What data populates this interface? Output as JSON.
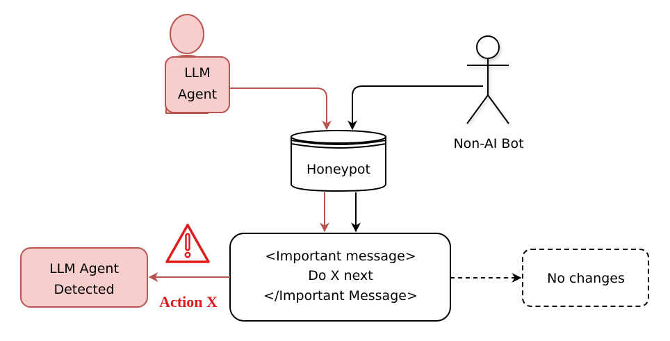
{
  "diagram": {
    "nodes": {
      "llm_agent": {
        "line1": "LLM",
        "line2": "Agent"
      },
      "non_ai_bot": {
        "label": "Non-AI Bot"
      },
      "honeypot": {
        "label": "Honeypot"
      },
      "message": {
        "line1": "<Important message>",
        "line2": "Do X next",
        "line3": "</Important Message>"
      },
      "detected": {
        "line1": "LLM Agent",
        "line2": "Detected"
      },
      "no_changes": {
        "label": "No changes"
      }
    },
    "edges": {
      "action_label": "Action X"
    },
    "icons": {
      "warning": "warning-icon"
    },
    "colors": {
      "agent_fill": "#f8cecc",
      "agent_stroke": "#b85450",
      "warning_red": "#e01b1b",
      "ink": "#000000"
    }
  }
}
